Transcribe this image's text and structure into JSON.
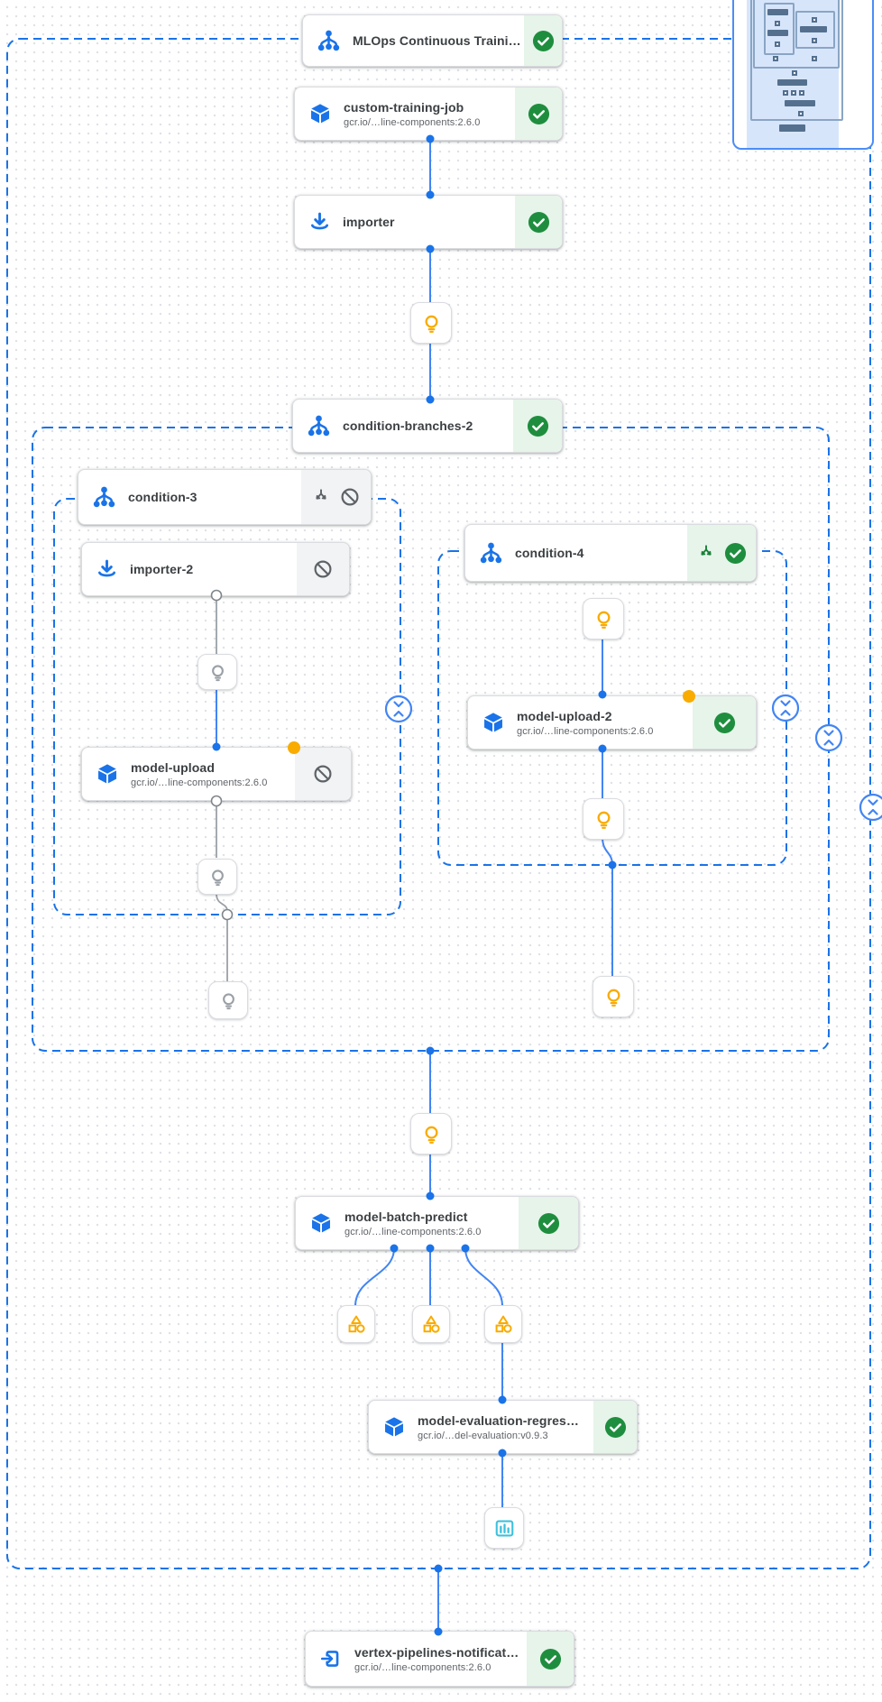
{
  "app": "Vertex AI Pipelines DAG",
  "colors": {
    "accent_blue": "#1a73e8",
    "edge_blue": "#4285f4",
    "success_green": "#1e8e3e",
    "success_bg": "#e6f4ea",
    "skipped_bg": "#f1f3f4",
    "skipped_gray": "#9aa0a6",
    "artifact_amber": "#f9ab00",
    "metrics_teal": "#3ec0dc"
  },
  "icons": [
    "pipeline-icon",
    "container-cube-icon",
    "importer-download-icon",
    "exit-to-app-icon",
    "lightbulb-artifact-icon",
    "metrics-artifact-icon",
    "chart-artifact-icon",
    "check-circle-icon",
    "cancel-icon",
    "branch-split-icon",
    "collapse-icon"
  ],
  "nodes": [
    {
      "title": "MLOps Continuous Traini…",
      "status": "succeeded"
    },
    {
      "title": "custom-training-job",
      "subtitle": "gcr.io/…line-components:2.6.0",
      "status": "succeeded"
    },
    {
      "title": "importer",
      "status": "succeeded"
    },
    {
      "title": "condition-branches-2",
      "status": "succeeded"
    },
    {
      "title": "condition-3",
      "status": "skipped",
      "branch": true
    },
    {
      "title": "importer-2",
      "status": "skipped"
    },
    {
      "title": "model-upload",
      "subtitle": "gcr.io/…line-components:2.6.0",
      "status": "skipped",
      "cache_marker": true
    },
    {
      "title": "condition-4",
      "status": "succeeded",
      "branch": true
    },
    {
      "title": "model-upload-2",
      "subtitle": "gcr.io/…line-components:2.6.0",
      "status": "succeeded",
      "cache_marker": true
    },
    {
      "title": "model-batch-predict",
      "subtitle": "gcr.io/…line-components:2.6.0",
      "status": "succeeded"
    },
    {
      "title": "model-evaluation-regres…",
      "subtitle": "gcr.io/…del-evaluation:v0.9.3",
      "status": "succeeded"
    },
    {
      "title": "vertex-pipelines-notificat…",
      "subtitle": "gcr.io/…line-components:2.6.0",
      "status": "succeeded"
    }
  ]
}
